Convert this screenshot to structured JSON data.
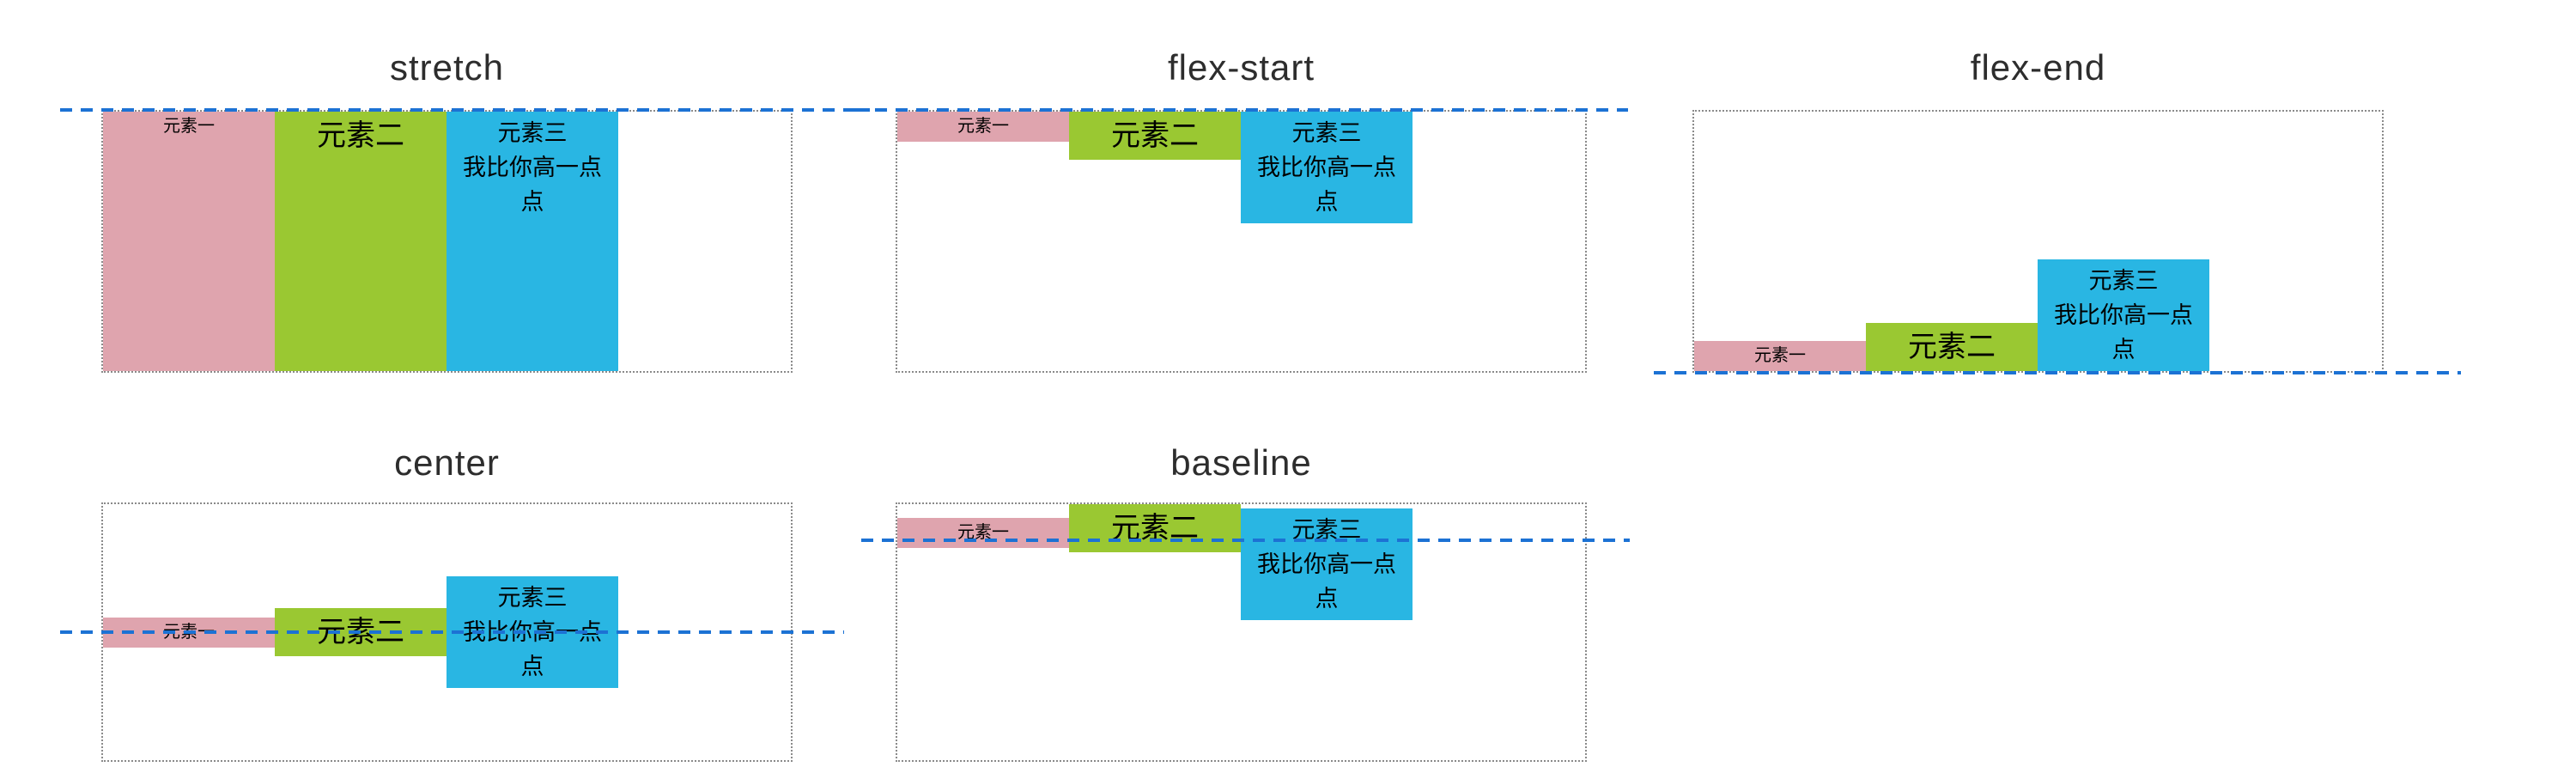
{
  "figure": {
    "description_texts": [],
    "panels": [
      {
        "title": "stretch"
      },
      {
        "title": "flex-start"
      },
      {
        "title": "flex-end"
      },
      {
        "title": "center"
      },
      {
        "title": "baseline"
      }
    ],
    "items": {
      "el1": {
        "label": "元素一",
        "color": "#dfa4ae"
      },
      "el2": {
        "label": "元素二",
        "color": "#9ac832"
      },
      "el3": {
        "lines": [
          "元素三",
          "我比你高一点",
          "点"
        ],
        "color": "#29b6e3"
      }
    },
    "colors": {
      "guide_line": "#1c72d4",
      "container_border": "#8a8a8a",
      "title_text": "#2d2d2d",
      "item_text": "#000000",
      "background": "#ffffff"
    }
  }
}
